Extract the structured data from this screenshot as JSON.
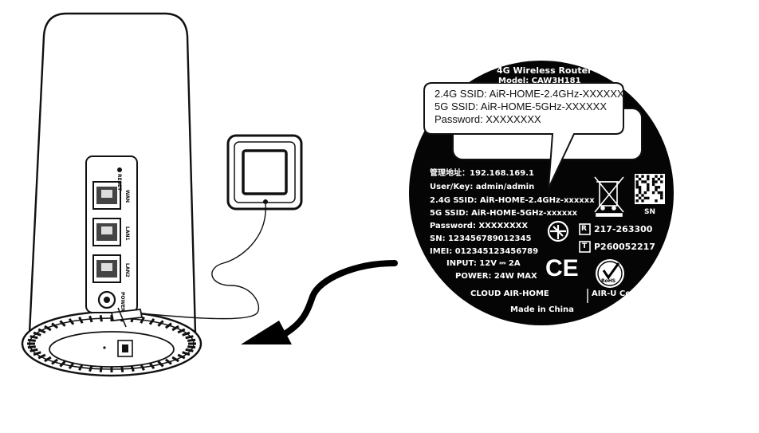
{
  "router": {
    "port_labels": [
      "RESET",
      "WAN",
      "LAN1",
      "LAN2",
      "POWER"
    ]
  },
  "callout": {
    "ssid_24": "2.4G SSID: AiR-HOME-2.4GHz-XXXXXX",
    "ssid_5": "5G SSID: AiR-HOME-5GHz-XXXXXX",
    "password": "Password: XXXXXXXX"
  },
  "label": {
    "product": "4G Wireless Router",
    "model": "Model: CAW3H181",
    "mgmt": "管理地址：192.168.169.1",
    "user_key": "User/Key: admin/admin",
    "ssid_24": "2.4G SSID: AiR-HOME-2.4GHz-xxxxxx",
    "ssid_5": "5G SSID: AiR-HOME-5GHz-xxxxxx",
    "password": "Password: XXXXXXXX",
    "sn": "SN: 123456789012345",
    "imei": "IMEI: 012345123456789",
    "input": "INPUT: 12V ⎓ 2A",
    "power": "POWER: 24W MAX",
    "qr_caption": "SN",
    "cert_r": "217-263300",
    "cert_t": "P260052217",
    "ce": "CE",
    "rohs": "RoHS",
    "brand": "CLOUD AIR-HOME",
    "company": "AIR-U Co.,Ltd.",
    "origin": "Made in China"
  }
}
